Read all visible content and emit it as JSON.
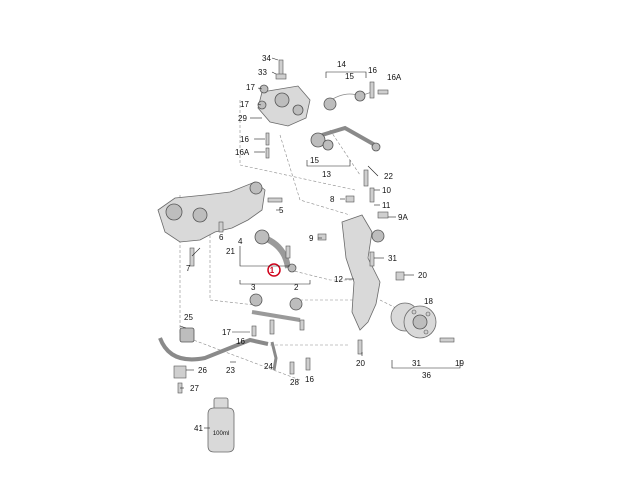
{
  "labels": {
    "l34": "34",
    "l33": "33",
    "l17a": "17",
    "l17b": "17",
    "l29": "29",
    "l16a": "16",
    "l16A1": "16A",
    "l14": "14",
    "l15a": "15",
    "l16b": "16",
    "l16A2": "16A",
    "l15b": "15",
    "l13": "13",
    "l22": "22",
    "l10": "10",
    "l8": "8",
    "l11": "11",
    "l9A": "9A",
    "l9": "9",
    "l31a": "31",
    "l20a": "20",
    "l12": "12",
    "l18": "18",
    "l5": "5",
    "l6": "6",
    "l4": "4",
    "l21": "21",
    "l7": "7",
    "l1": "1",
    "l3": "3",
    "l2": "2",
    "l25": "25",
    "l17c": "17",
    "l16c": "16",
    "l26": "26",
    "l23": "23",
    "l24": "24",
    "l28": "28",
    "l16d": "16",
    "l27": "27",
    "l20b": "20",
    "l31b": "31",
    "l19": "19",
    "l36": "36",
    "l41": "41"
  },
  "container_text": "100ml",
  "colors": {
    "highlight_circle": "#d0021b",
    "part_fill": "#d9d9d9",
    "line": "#222222"
  }
}
